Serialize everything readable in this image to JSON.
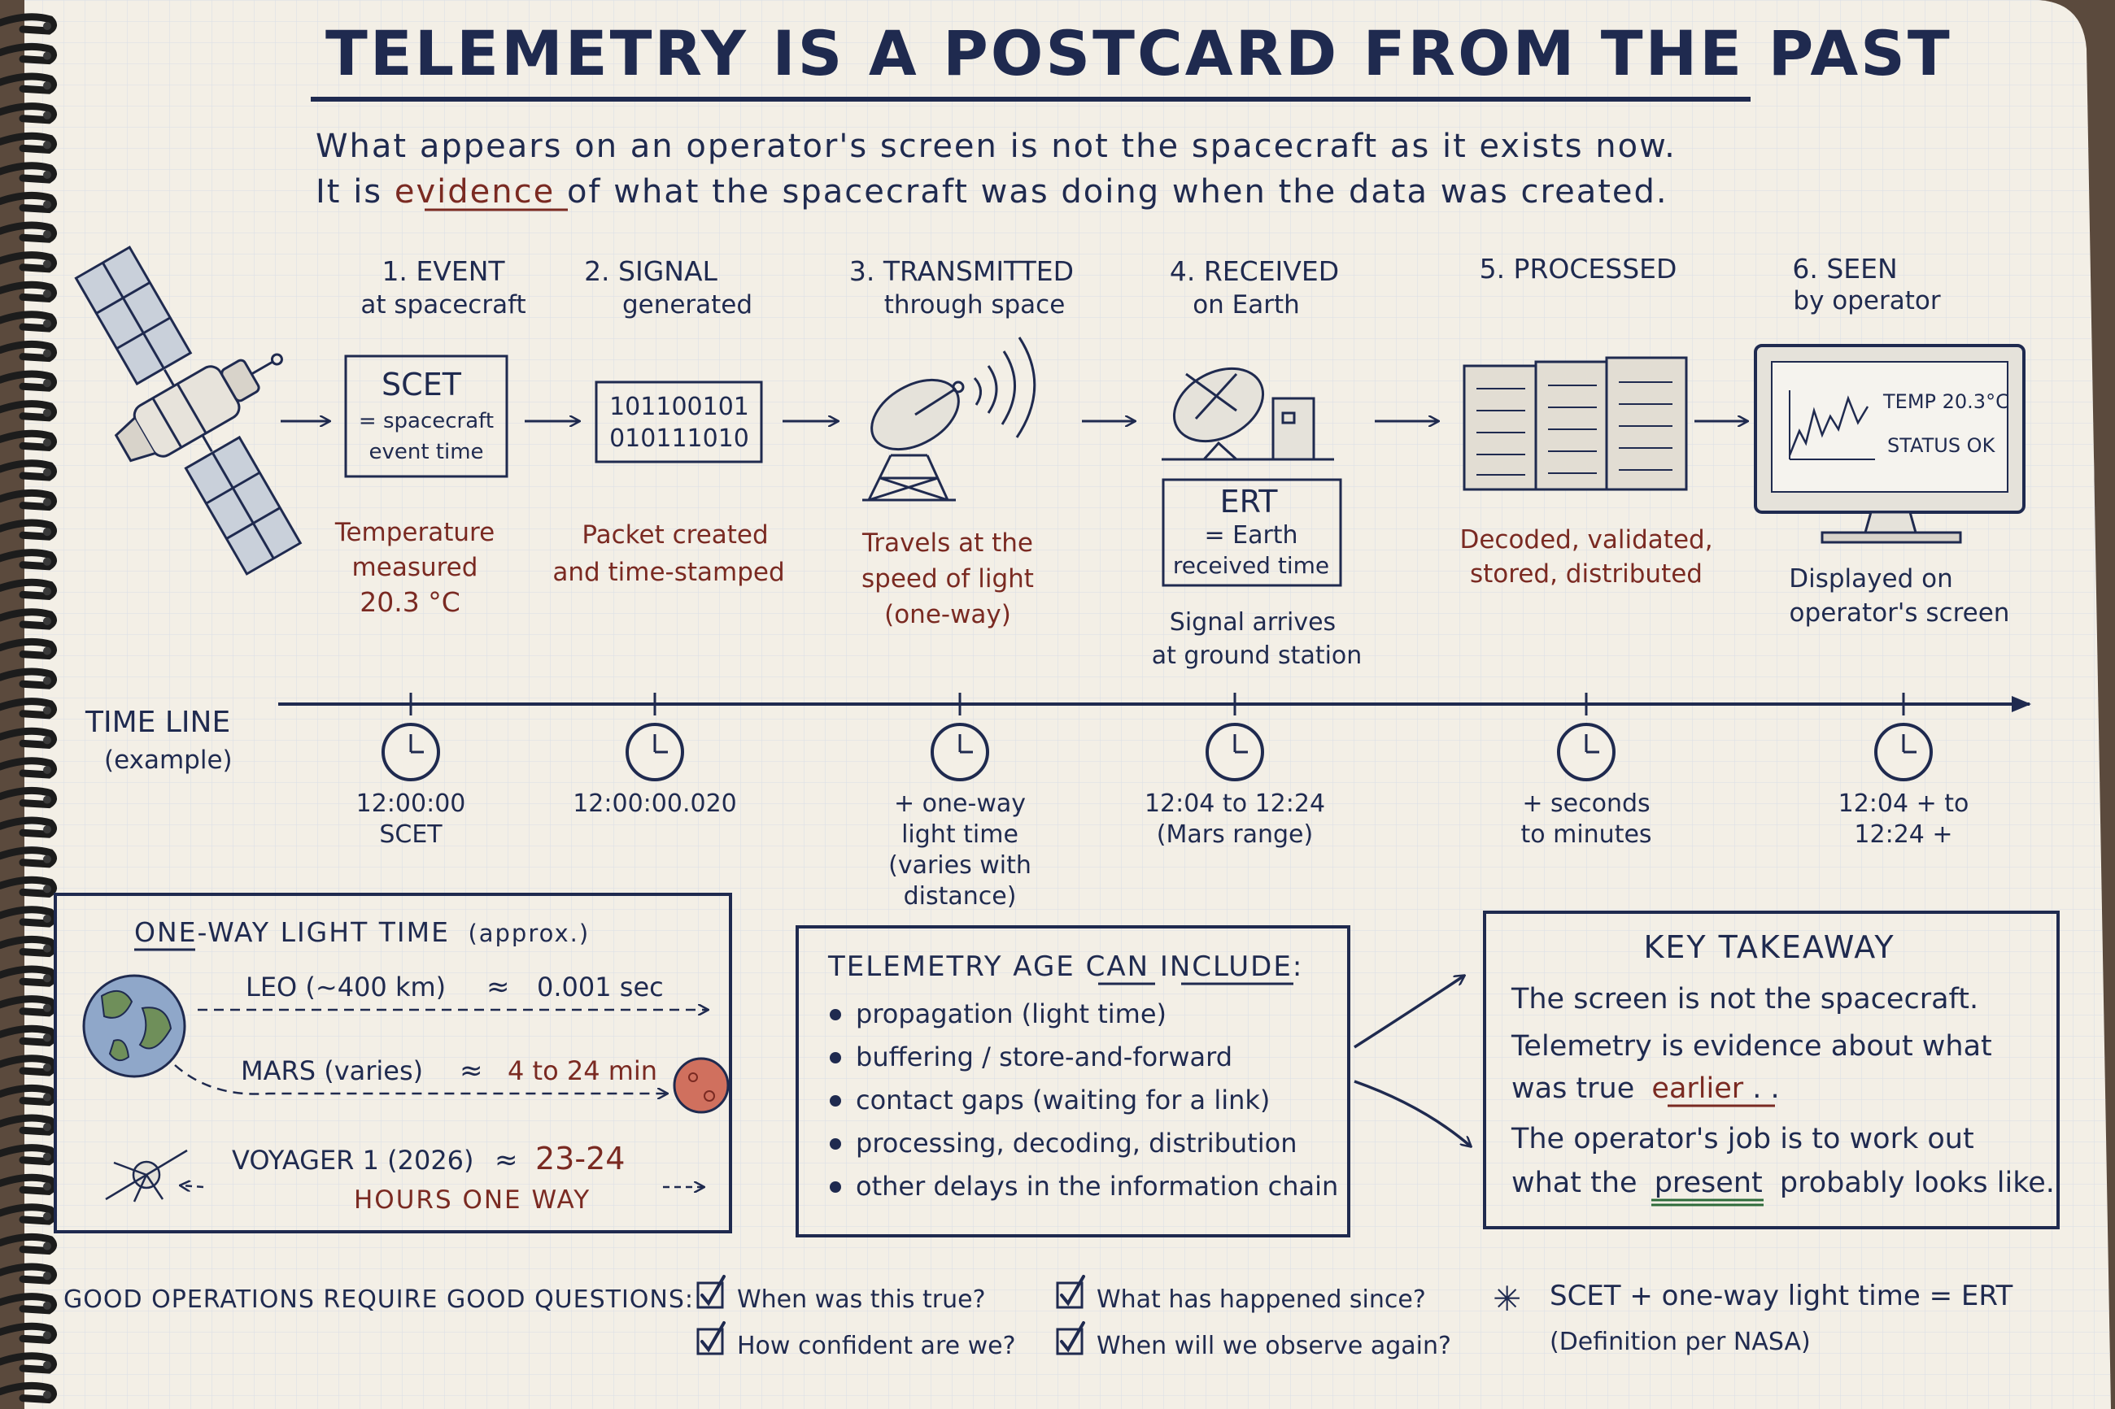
{
  "title": "TELEMETRY IS A POSTCARD FROM THE PAST",
  "intro": {
    "line1": "What appears on an operator's screen is not the spacecraft as it exists now.",
    "line2_pre": "It is",
    "line2_em": "evidence",
    "line2_post": "of what the spacecraft was doing when the data was created."
  },
  "stages": [
    {
      "title": "1. EVENT",
      "sub": "at spacecraft",
      "desc": [
        "Temperature",
        "measured"
      ],
      "value": "20.3 °C",
      "box": {
        "title": "SCET",
        "lines": [
          "= spacecraft",
          "event time"
        ]
      }
    },
    {
      "title": "2. SIGNAL",
      "sub": "generated",
      "desc": [
        "Packet created",
        "and time-stamped"
      ],
      "bits": [
        "101100101",
        "010111010"
      ]
    },
    {
      "title": "3. TRANSMITTED",
      "sub": "through space",
      "desc": [
        "Travels at the",
        "speed of light",
        "(one-way)"
      ]
    },
    {
      "title": "4. RECEIVED",
      "sub": "on Earth",
      "desc": [
        "Signal arrives",
        "at ground station"
      ],
      "box": {
        "title": "ERT",
        "lines": [
          "= Earth",
          "received time"
        ]
      }
    },
    {
      "title": "5. PROCESSED",
      "sub": "",
      "desc": [
        "Decoded, validated,",
        "stored, distributed"
      ]
    },
    {
      "title": "6. SEEN",
      "sub": "by operator",
      "desc": [
        "Displayed on",
        "operator's screen"
      ],
      "monitor": {
        "temp": "TEMP 20.3°C",
        "status": "STATUS  OK"
      }
    }
  ],
  "timeline": {
    "label": "TIME LINE",
    "sublabel": "(example)",
    "ticks": [
      [
        "12:00:00",
        "SCET"
      ],
      [
        "12:00:00.020"
      ],
      [
        "+ one-way",
        "light time",
        "(varies with",
        "distance)"
      ],
      [
        "12:04 to 12:24",
        "(Mars range)"
      ],
      [
        "+ seconds",
        "to minutes"
      ],
      [
        "12:04 + to",
        "12:24 +"
      ]
    ]
  },
  "light_time": {
    "title": "ONE-WAY LIGHT TIME",
    "approx": "(approx.)",
    "rows": [
      {
        "label": "LEO (~400 km)",
        "approx": "≈",
        "value": "0.001 sec"
      },
      {
        "label": "MARS (varies)",
        "approx": "≈",
        "value": "4 to 24 min"
      },
      {
        "label": "VOYAGER 1 (2026)",
        "approx": "≈",
        "value": "23-24",
        "extra": "HOURS ONE WAY"
      }
    ]
  },
  "age": {
    "title": "TELEMETRY AGE CAN INCLUDE:",
    "items": [
      "propagation (light time)",
      "buffering / store-and-forward",
      "contact gaps (waiting for a link)",
      "processing, decoding, distribution",
      "other delays in the information chain"
    ]
  },
  "takeaway": {
    "title": "KEY TAKEAWAY",
    "l1": "The screen is not the spacecraft.",
    "l2": "Telemetry is evidence about what",
    "l3_pre": "was true",
    "l3_em": "earlier",
    "l3_post": ". .",
    "l4": "The operator's job is to work out",
    "l5_pre": "what the",
    "l5_em": "present",
    "l5_post": "probably looks like."
  },
  "questions": {
    "label": "GOOD OPERATIONS REQUIRE GOOD QUESTIONS:",
    "items": [
      "When was this true?",
      "How confident are we?",
      "What has happened since?",
      "When will we observe again?"
    ]
  },
  "definition": {
    "star": "✳",
    "text": "SCET + one-way light time = ERT",
    "note": "(Definition per NASA)"
  },
  "colors": {
    "ink": "#1f2a4f",
    "red_ink": "#7a2a22",
    "paper": "#f3efe6",
    "grid": "#d9dde4",
    "wood": "#5b4a3d"
  }
}
